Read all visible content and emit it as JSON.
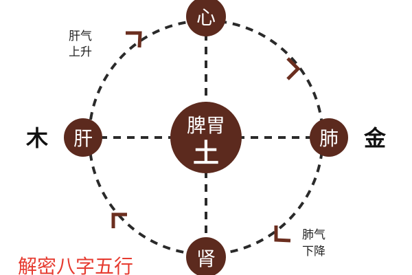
{
  "nodes": {
    "top": "心",
    "left": "肝",
    "right": "肺",
    "bottom": "肾",
    "center": "脾胃",
    "center_element": "土"
  },
  "elements": {
    "left": "木",
    "right": "金"
  },
  "annotations": {
    "liver_qi_line1": "肝气",
    "liver_qi_line2": "上升",
    "lung_qi_line1": "肺气",
    "lung_qi_line2": "下降"
  },
  "watermark": "解密八字五行",
  "colors": {
    "node_fill": "#5c2a1e",
    "arrow": "#6b2e1f",
    "dashed_line": "#2a2a2a",
    "watermark": "#e63b30"
  }
}
